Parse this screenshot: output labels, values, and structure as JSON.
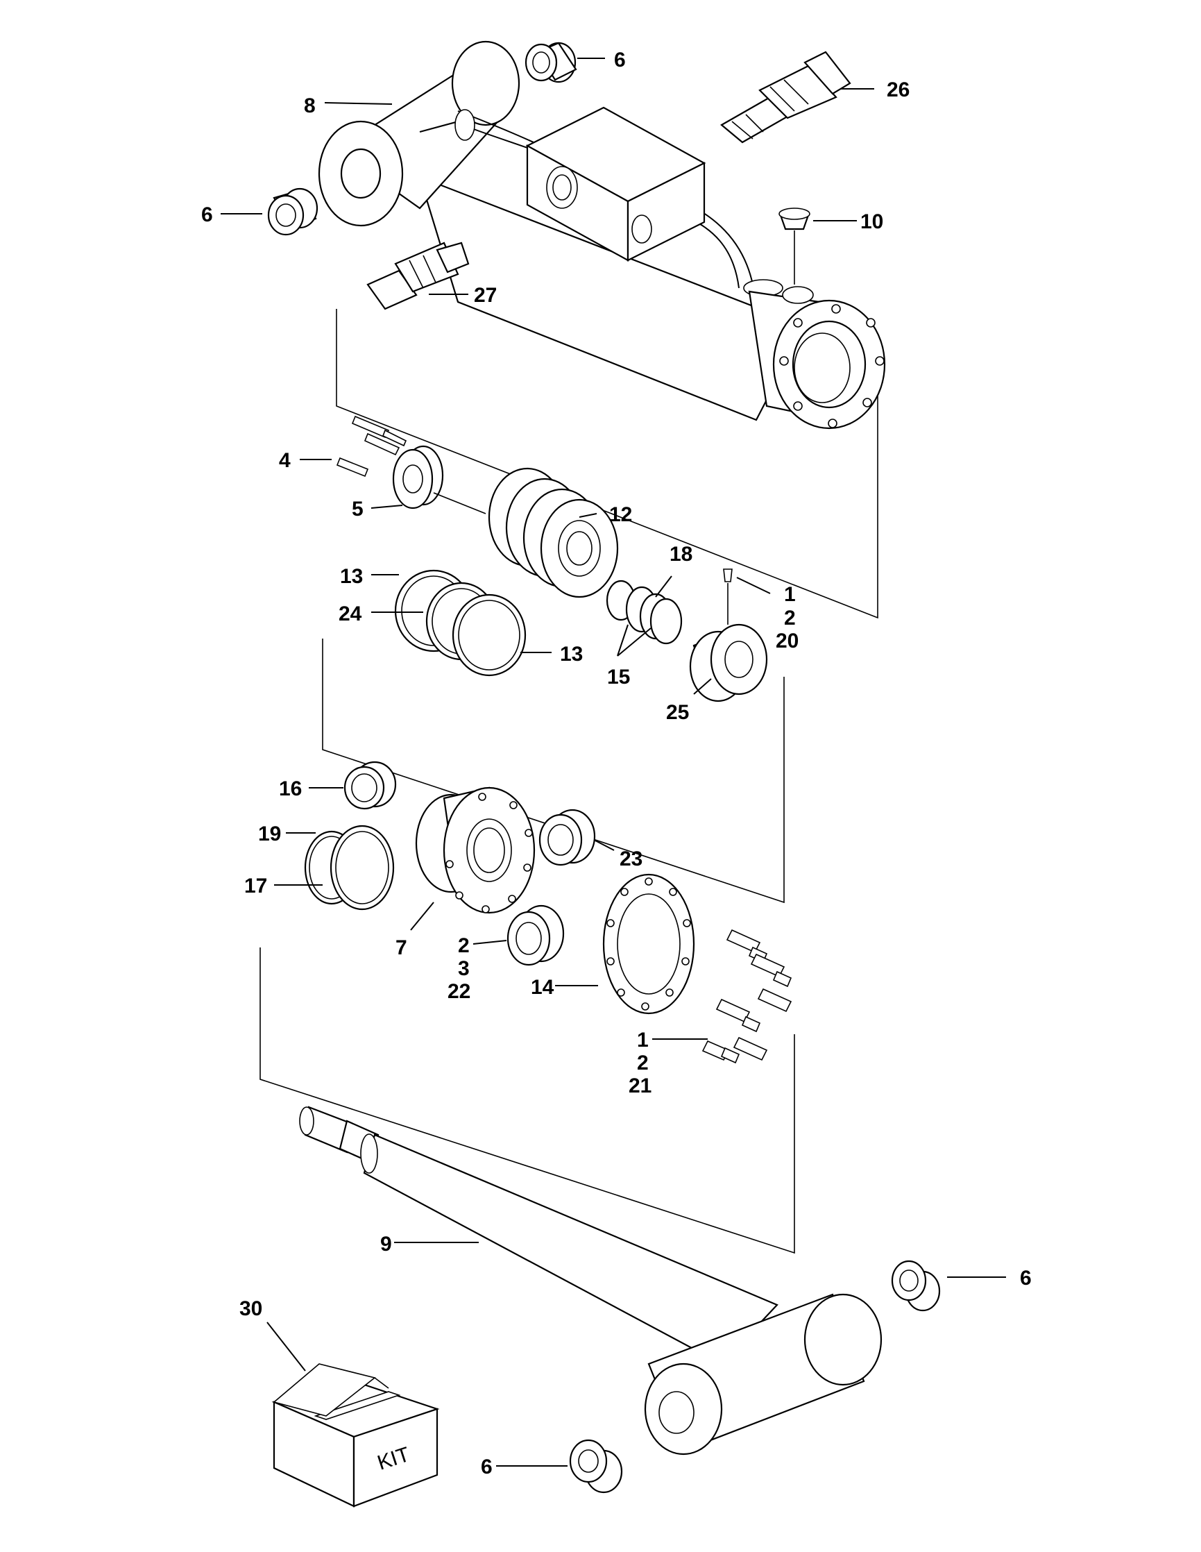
{
  "callouts": {
    "c1": "6",
    "c2": "26",
    "c3": "8",
    "c4": "6",
    "c5": "10",
    "c6": "27",
    "c7": "4",
    "c8": "5",
    "c9": "12",
    "c10": "18",
    "c11": "13",
    "c12": "1",
    "c13": "2",
    "c14": "20",
    "c15": "24",
    "c16": "13",
    "c17": "15",
    "c18": "25",
    "c19": "16",
    "c20": "19",
    "c21": "23",
    "c22": "17",
    "c23": "7",
    "c24": "2",
    "c25": "3",
    "c26": "22",
    "c27": "14",
    "c28": "1",
    "c29": "2",
    "c30": "21",
    "c31": "9",
    "c32": "30",
    "c33": "6",
    "c34": "6"
  },
  "kit_label": "KIT"
}
